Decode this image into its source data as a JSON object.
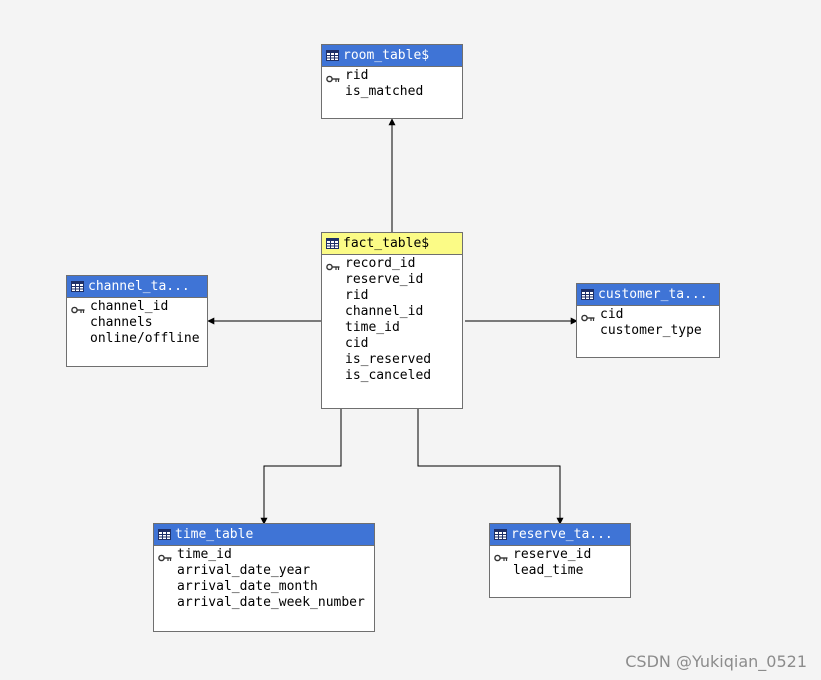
{
  "tables": {
    "room": {
      "title": "room_table$",
      "fields": [
        {
          "name": "rid",
          "key": true
        },
        {
          "name": "is_matched",
          "key": false
        }
      ]
    },
    "fact": {
      "title": "fact_table$",
      "fields": [
        {
          "name": "record_id",
          "key": true
        },
        {
          "name": "reserve_id",
          "key": false
        },
        {
          "name": "rid",
          "key": false
        },
        {
          "name": "channel_id",
          "key": false
        },
        {
          "name": "time_id",
          "key": false
        },
        {
          "name": "cid",
          "key": false
        },
        {
          "name": "is_reserved",
          "key": false
        },
        {
          "name": "is_canceled",
          "key": false
        }
      ]
    },
    "channel": {
      "title": "channel_ta...",
      "fields": [
        {
          "name": "channel_id",
          "key": true
        },
        {
          "name": "channels",
          "key": false
        },
        {
          "name": "online/offline",
          "key": false
        }
      ]
    },
    "customer": {
      "title": "customer_ta...",
      "fields": [
        {
          "name": "cid",
          "key": true
        },
        {
          "name": "customer_type",
          "key": false
        }
      ]
    },
    "time": {
      "title": "time_table",
      "fields": [
        {
          "name": "time_id",
          "key": true
        },
        {
          "name": "arrival_date_year",
          "key": false
        },
        {
          "name": "arrival_date_month",
          "key": false
        },
        {
          "name": "arrival_date_week_number",
          "key": false
        }
      ]
    },
    "reserve": {
      "title": "reserve_ta...",
      "fields": [
        {
          "name": "reserve_id",
          "key": true
        },
        {
          "name": "lead_time",
          "key": false
        }
      ]
    }
  },
  "watermark": "CSDN @Yukiqian_0521",
  "colors": {
    "header_dimension": "#3f74d6",
    "header_fact": "#fbfb86",
    "border": "#6f6f6f",
    "background": "#f4f4f4",
    "connector": "#000000"
  },
  "icons": {
    "table": "table-grid-icon",
    "primary_key": "key-icon"
  }
}
